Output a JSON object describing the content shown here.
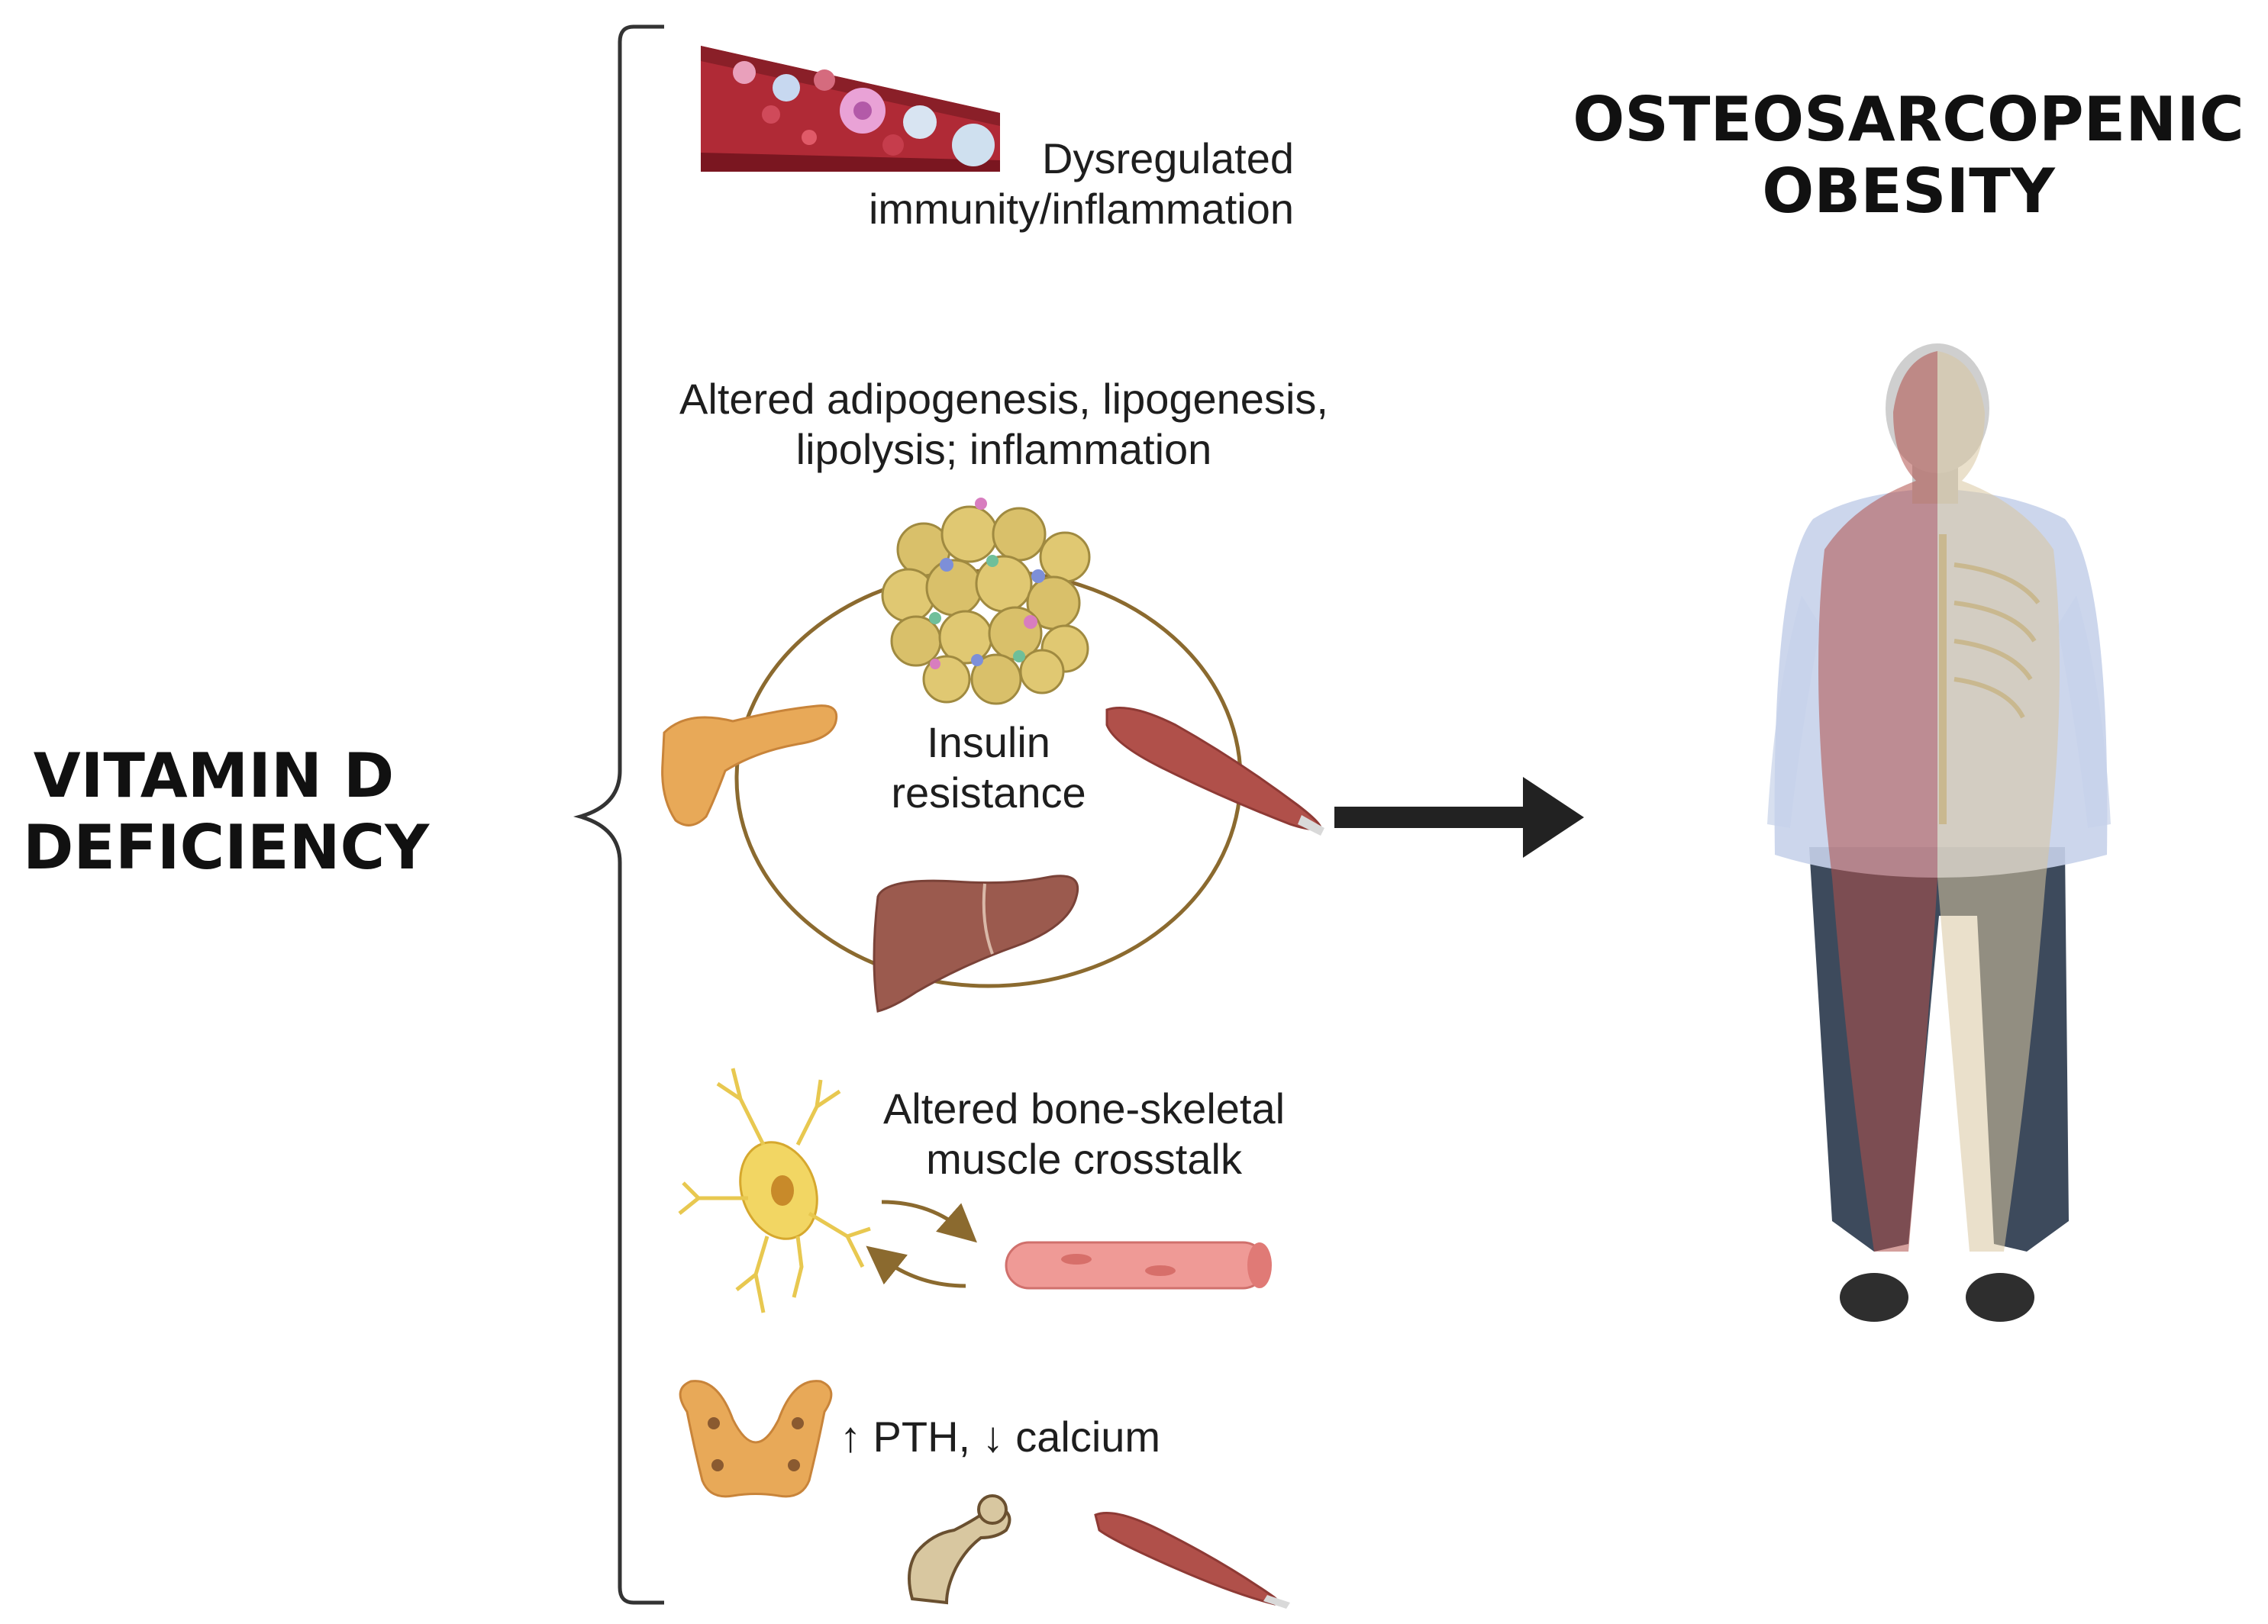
{
  "left_title": {
    "line1": "VITAMIN D",
    "line2": "DEFICIENCY"
  },
  "right_title": {
    "line1": "OSTEOSARCOPENIC",
    "line2": "OBESITY"
  },
  "immunity": {
    "line1": "Dysregulated",
    "line2": "immunity/inflammation"
  },
  "adipose": {
    "line1": "Altered adipogenesis, lipogenesis,",
    "line2": "lipolysis; inflammation"
  },
  "insulin": {
    "line1": "Insulin",
    "line2": "resistance"
  },
  "crosstalk": {
    "line1": "Altered bone-skeletal",
    "line2": "muscle crosstalk"
  },
  "pth": {
    "text": "↑ PTH, ↓ calcium"
  },
  "colors": {
    "text": "#1e1e1e",
    "arrow": "#222222",
    "cycle": "#8b6a2f",
    "muscle": "#b0504a",
    "liver": "#9b5a4e",
    "pancreas": "#e8a958",
    "fat": "#d9c06a",
    "bone": "#d8c7a0",
    "shirt": "#c7d2ea",
    "trousers": "#3d4a5c"
  },
  "icons": [
    "blood-vessel-icon",
    "adipose-tissue-icon",
    "pancreas-icon",
    "muscle-icon",
    "liver-icon",
    "osteocyte-icon",
    "muscle-fiber-icon",
    "parathyroid-icon",
    "femur-bone-icon",
    "human-body-icon"
  ]
}
